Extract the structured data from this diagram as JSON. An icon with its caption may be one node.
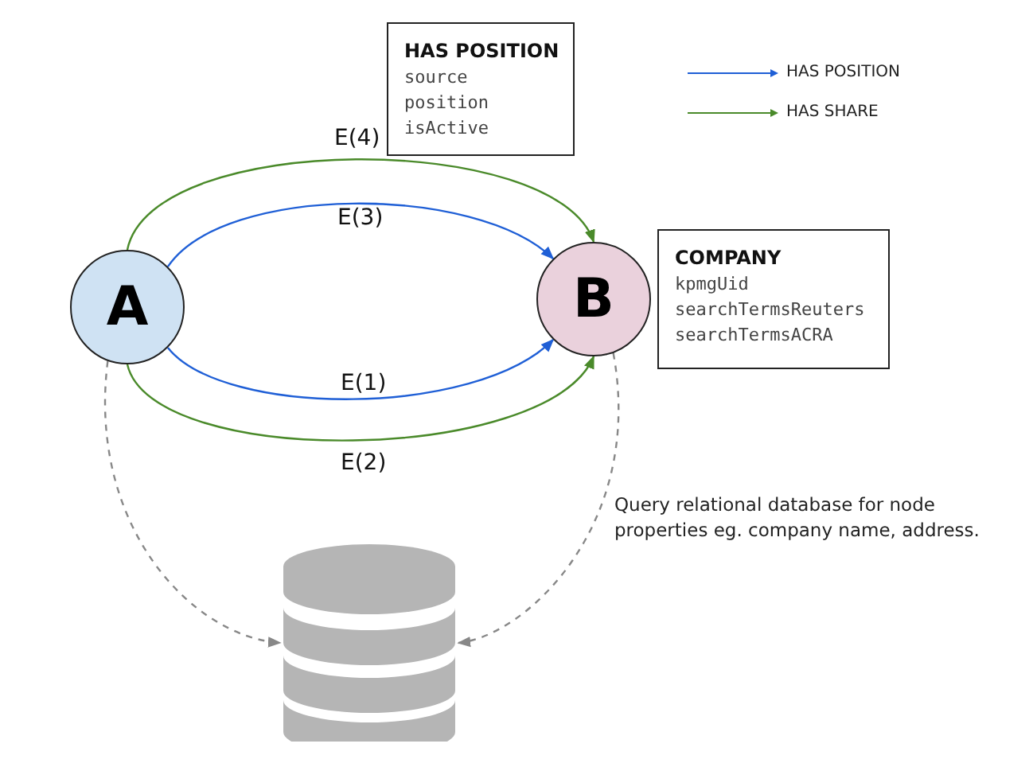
{
  "diagram": {
    "nodes": [
      {
        "text": [
          "A"
        ]
      },
      {
        "text": [
          "B"
        ]
      },
      {
        "text": [
          "HAS POSITION",
          "source",
          "position",
          "isActive"
        ]
      },
      {
        "text": [
          "COMPANY",
          "kpmgUid",
          "searchTermsReuters",
          "searchTermsACRA"
        ]
      },
      {
        "text": [],
        "shape": "cylinder"
      }
    ],
    "edges": [
      {
        "from": 0,
        "to": 1,
        "arrow": "to",
        "label": "E(1)",
        "color": "#1f5fd6"
      },
      {
        "from": 0,
        "to": 1,
        "arrow": "to",
        "label": "E(2)",
        "color": "#4a8a2a"
      },
      {
        "from": 0,
        "to": 1,
        "arrow": "to",
        "label": "E(3)",
        "color": "#1f5fd6"
      },
      {
        "from": 0,
        "to": 1,
        "arrow": "to",
        "label": "E(4)",
        "color": "#4a8a2a"
      },
      {
        "from": 0,
        "to": 4,
        "arrow": "to",
        "style": "dashed",
        "color": "#888888"
      },
      {
        "from": 1,
        "to": 4,
        "arrow": "to",
        "style": "dashed",
        "color": "#888888"
      }
    ],
    "labels": [
      "Query relational database for node properties eg. company name, address."
    ],
    "legend": [
      {
        "text": "HAS POSITION"
      },
      {
        "text": "HAS SHARE"
      }
    ]
  }
}
